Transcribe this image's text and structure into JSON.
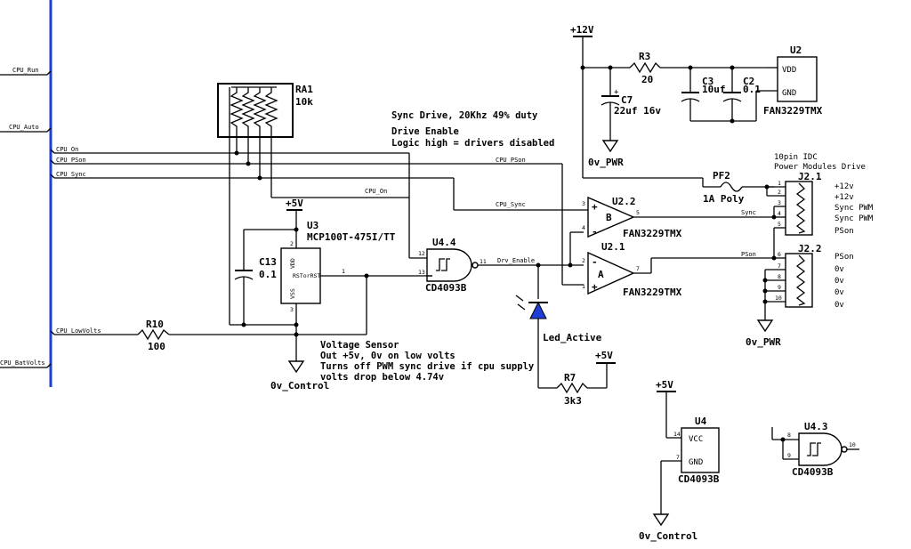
{
  "bus_signals": [
    "CPU_Run",
    "CPU_Auto",
    "CPU_LowVolts",
    "CPU_BatVolts"
  ],
  "nets": {
    "cpu_on": "CPU_On",
    "cpu_pson": "CPU_PSon",
    "cpu_sync": "CPU_Sync",
    "drv_enable": "Drv_Enable",
    "sync": "Sync",
    "pson": "PSon"
  },
  "supplies": {
    "plus12": "+12V",
    "plus5": "+5V",
    "gnd_pwr": "0v_PWR",
    "gnd_ctrl": "0v_Control"
  },
  "notes": {
    "sync_drive": "Sync Drive, 20Khz 49% duty",
    "drive_enable": "Drive Enable",
    "logic_high": "Logic high = drivers disabled",
    "vs_title": "Voltage Sensor",
    "vs_line1": "Out +5v, 0v on low volts",
    "vs_line2": "Turns off PWM sync drive if cpu supply",
    "vs_line3": "volts drop below 4.74v"
  },
  "components": {
    "ra1": {
      "ref": "RA1",
      "value": "10k"
    },
    "u3": {
      "ref": "U3",
      "value": "MCP100T-475I/TT",
      "vdd": "VDD",
      "rst": "RSTorRST",
      "vss": "VSS"
    },
    "c13": {
      "ref": "C13",
      "value": "0.1"
    },
    "r10": {
      "ref": "R10",
      "value": "100"
    },
    "u44": {
      "ref": "U4.4",
      "value": "CD4093B"
    },
    "led": {
      "ref": "Led_Active"
    },
    "r7": {
      "ref": "R7",
      "value": "3k3"
    },
    "u22": {
      "ref": "U2.2",
      "letter": "B",
      "value": "FAN3229TMX"
    },
    "u21": {
      "ref": "U2.1",
      "letter": "A",
      "value": "FAN3229TMX"
    },
    "r3": {
      "ref": "R3",
      "value": "20"
    },
    "c7": {
      "ref": "C7",
      "value": "22uf  16v"
    },
    "c3": {
      "ref": "C3",
      "value": "10uf"
    },
    "c2": {
      "ref": "C2",
      "value": "0.1"
    },
    "u2": {
      "ref": "U2",
      "vdd": "VDD",
      "gnd": "GND",
      "value": "FAN3229TMX"
    },
    "pf2": {
      "ref": "PF2",
      "value": "1A Poly"
    },
    "j21": {
      "ref": "J2.1",
      "title1": "10pin IDC",
      "title2": "Power Modules Drive"
    },
    "j22": {
      "ref": "J2.2"
    },
    "u4": {
      "ref": "U4",
      "vcc": "VCC",
      "gnd": "GND",
      "value": "CD4093B"
    },
    "u43": {
      "ref": "U4.3",
      "value": "CD4093B"
    }
  },
  "j21_pins": [
    "+12v",
    "+12v",
    "Sync PWM",
    "Sync PWM",
    "PSon"
  ],
  "j22_pins": [
    "PSon",
    "0v",
    "0v",
    "0v",
    "0v"
  ]
}
